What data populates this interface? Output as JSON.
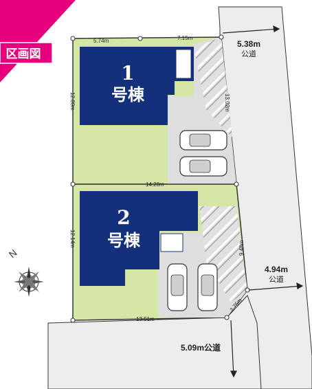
{
  "header": {
    "title": "区画図"
  },
  "buildings": [
    {
      "number": "1",
      "name": "号棟"
    },
    {
      "number": "2",
      "name": "号棟"
    }
  ],
  "dimensions": {
    "top_left": "5.74m",
    "top_right": "7.15m",
    "lot1_left": "12.80m",
    "lot1_right": "13.02m",
    "middle": "14.28m",
    "lot2_left": "12.14m",
    "lot2_right": "9.48m",
    "bottom": "13.51m",
    "corner": "2.75m"
  },
  "roads": {
    "north_east": {
      "width": "5.38m",
      "label": "公道"
    },
    "south_east": {
      "width": "4.94m",
      "label": "公道"
    },
    "south": {
      "label": "5.09m公道"
    }
  },
  "compass": {
    "north_label": "N"
  },
  "colors": {
    "badge": "#e6007e",
    "building": "#14307a",
    "lawn": "#d6e6a7",
    "road": "#ededed",
    "paving": "#dedede",
    "boundary": "#333333"
  }
}
